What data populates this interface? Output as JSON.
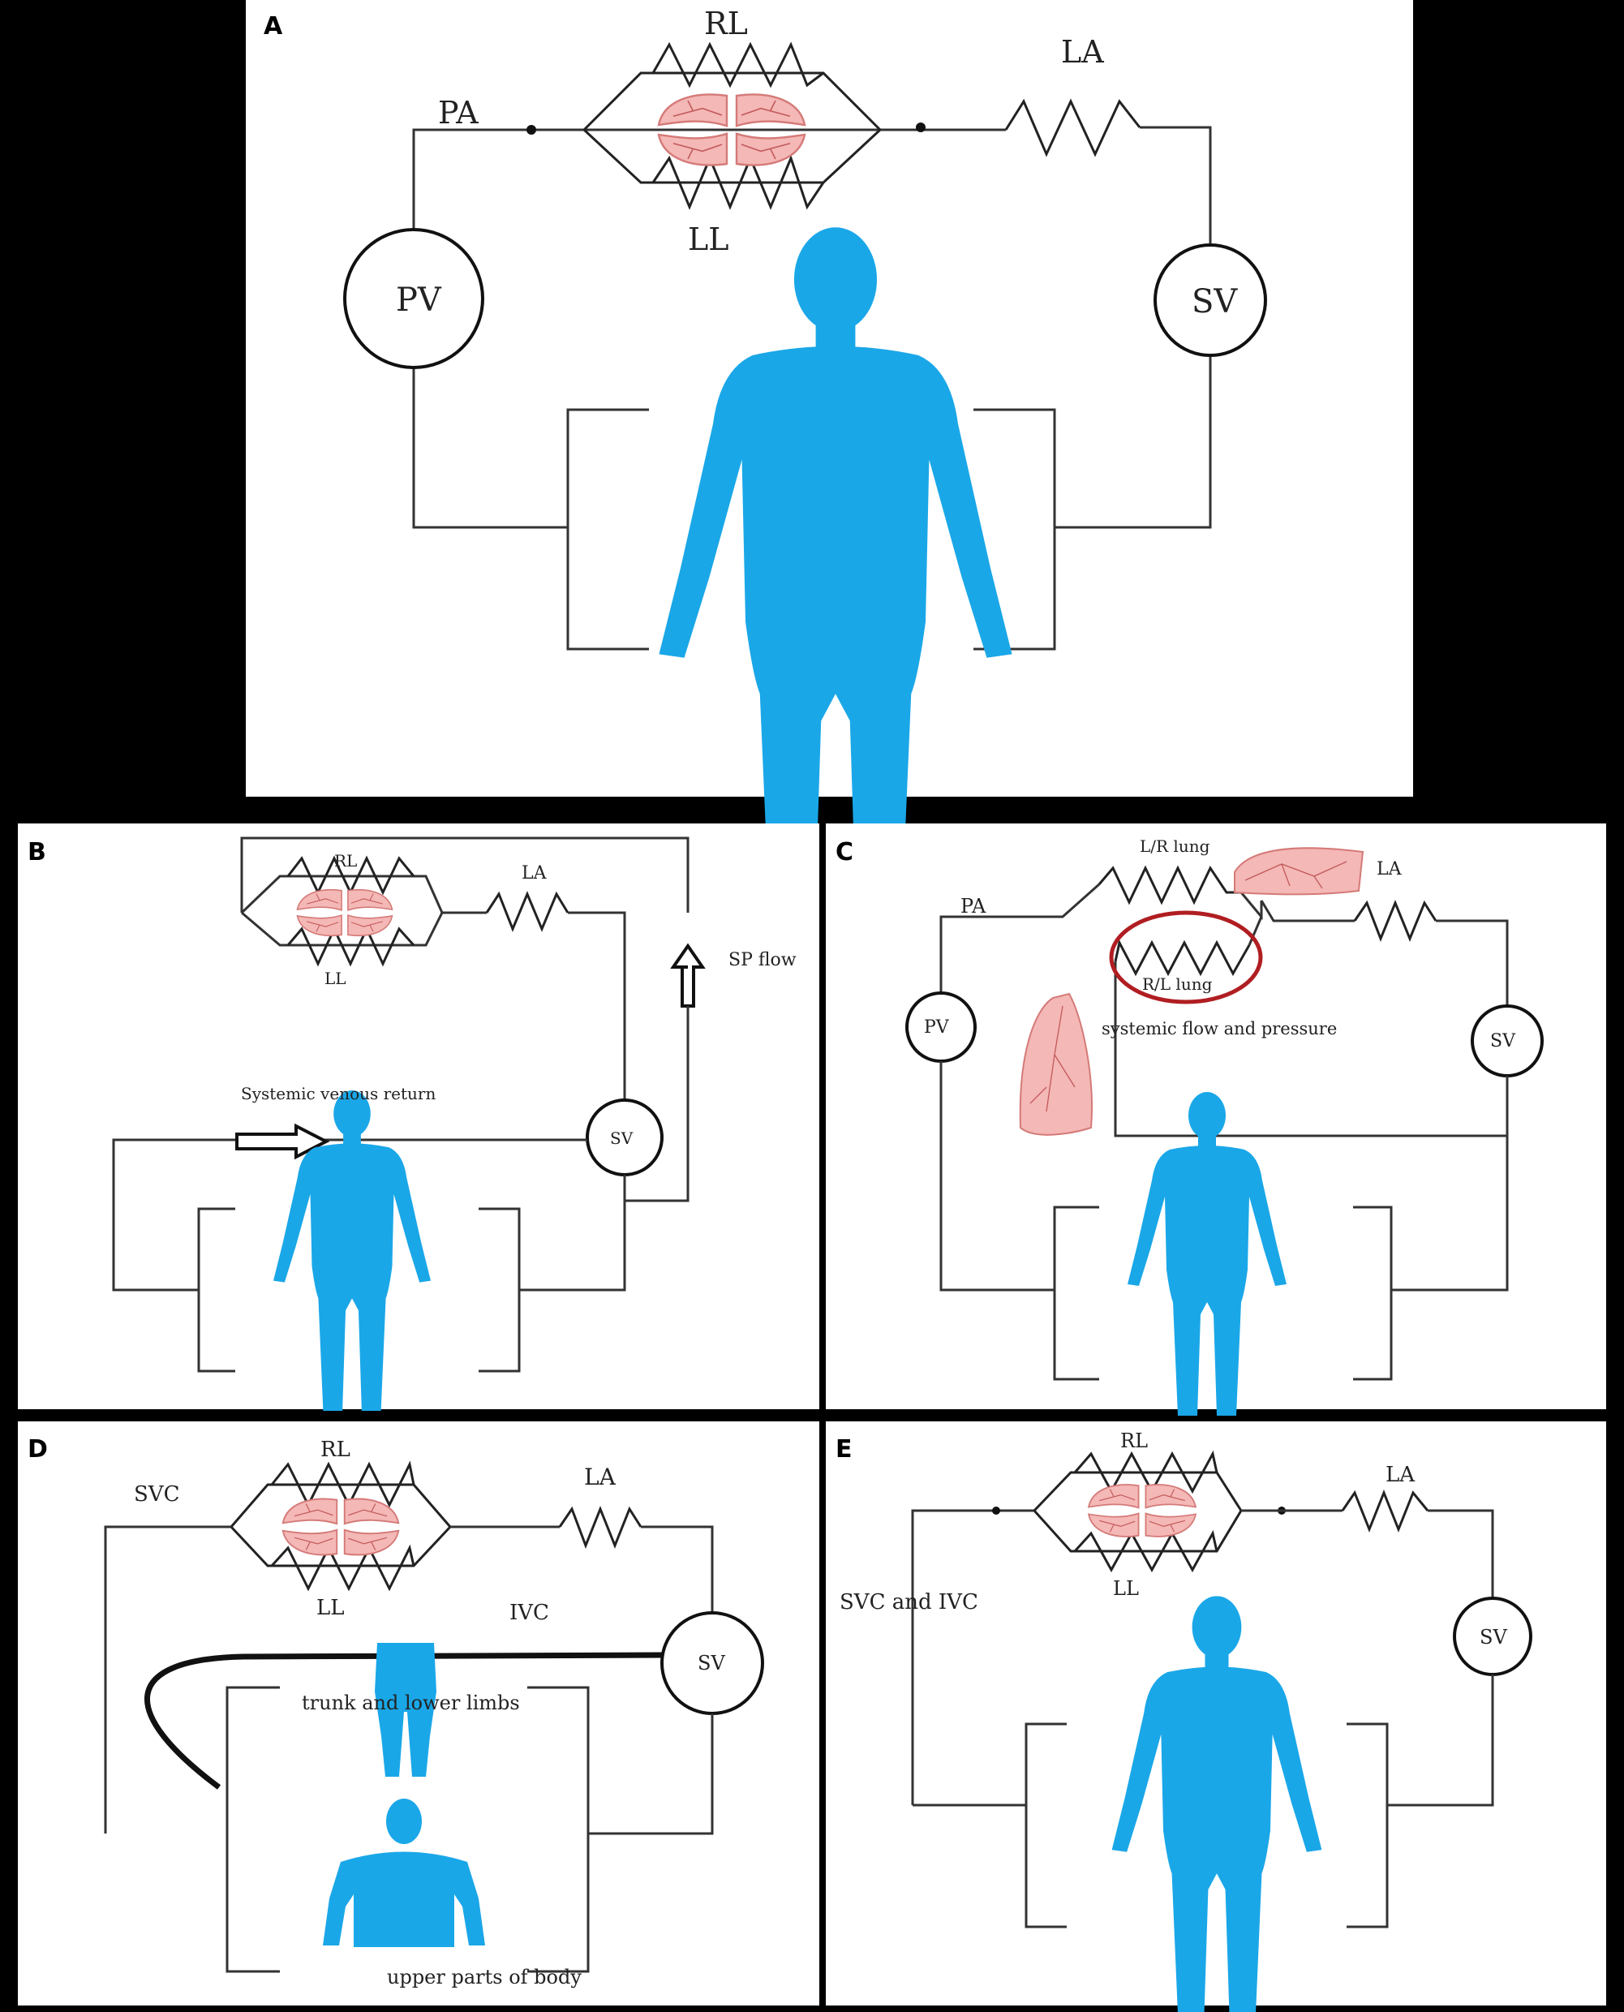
{
  "panels": {
    "A": {
      "letter": "A",
      "rl": "RL",
      "ll": "LL",
      "la": "LA",
      "pa": "PA",
      "pv": "PV",
      "sv": "SV"
    },
    "B": {
      "letter": "B",
      "rl": "RL",
      "ll": "LL",
      "la": "LA",
      "sv": "SV",
      "sp_flow": "SP flow",
      "venous_return": "Systemic venous return"
    },
    "C": {
      "letter": "C",
      "lr_lung": "L/R lung",
      "rl_lung": "R/L lung",
      "la": "LA",
      "pa": "PA",
      "pv": "PV",
      "sv": "SV",
      "systemic": "systemic flow and pressure"
    },
    "D": {
      "letter": "D",
      "rl": "RL",
      "ll": "LL",
      "la": "LA",
      "svc": "SVC",
      "ivc": "IVC",
      "sv": "SV",
      "trunk": "trunk and lower limbs",
      "upper": "upper parts of body"
    },
    "E": {
      "letter": "E",
      "rl": "RL",
      "ll": "LL",
      "la": "LA",
      "svc_ivc": "SVC and IVC",
      "sv": "SV"
    }
  },
  "colors": {
    "body": "#1aa7e8",
    "lung": "#f4b8b6",
    "highlight": "#b01e22"
  },
  "icons": [
    "human-body-icon",
    "lungs-icon",
    "arrow-icon"
  ]
}
